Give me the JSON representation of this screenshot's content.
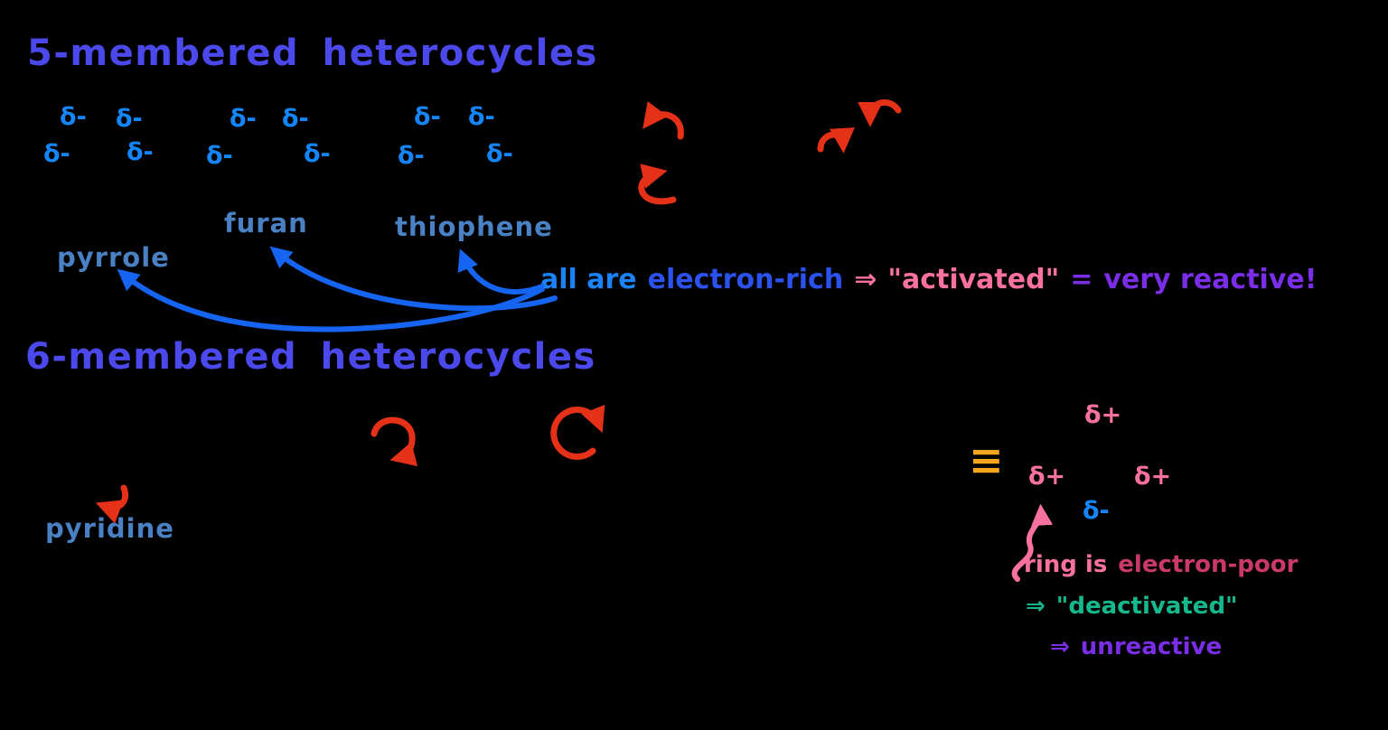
{
  "colors": {
    "background": "#000000",
    "heading_blue": "#4B49EC",
    "delta_blue": "#1585FA",
    "molecule_label_blue": "#4A80C4",
    "arrow_blue": "#1565F2",
    "arrow_red": "#E63119",
    "pink": "#F9729F",
    "deep_blue": "#2B52EE",
    "purple": "#7B2EE8",
    "crimson": "#C9396B",
    "teal": "#14B88C",
    "orange": "#F5A61E"
  },
  "headings": {
    "five_membered": "5-membered heterocycles",
    "six_membered": "6-membered heterocycles"
  },
  "symbols": {
    "delta_minus": "δ-",
    "delta_plus": "δ+",
    "equivalent": "≡"
  },
  "molecule_labels": {
    "pyrrole": "pyrrole",
    "furan": "furan",
    "thiophene": "thiophene",
    "pyridine": "pyridine"
  },
  "annotation_rich": {
    "all_are": "all are",
    "electron_rich": "electron-rich",
    "implies": "⇒",
    "activated_quoted": "\"activated\"",
    "equals": "=",
    "very_reactive": "very reactive!"
  },
  "annotation_poor": {
    "ring_is": "ring is",
    "electron_poor": "electron-poor",
    "implies_1": "⇒",
    "deactivated_quoted": "\"deactivated\"",
    "implies_2": "⇒",
    "unreactive": "unreactive"
  }
}
